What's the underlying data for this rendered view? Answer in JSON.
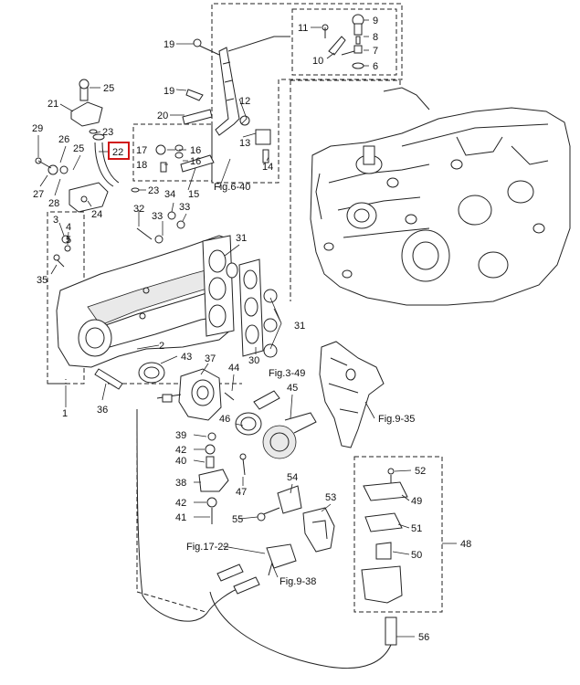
{
  "highlighted_part": "22",
  "highlight_color": "#d01515",
  "parts": {
    "p1": "1",
    "p2": "2",
    "p3": "3",
    "p4": "4",
    "p5": "5",
    "p6": "6",
    "p7": "7",
    "p8": "8",
    "p9": "9",
    "p10": "10",
    "p11": "11",
    "p12": "12",
    "p13": "13",
    "p14": "14",
    "p15": "15",
    "p16": "16",
    "p17": "17",
    "p18": "18",
    "p19a": "19",
    "p19b": "19",
    "p20": "20",
    "p21": "21",
    "p22": "22",
    "p23a": "23",
    "p23b": "23",
    "p24": "24",
    "p25": "25",
    "p26": "26",
    "p27": "27",
    "p28": "28",
    "p29": "29",
    "p30": "30",
    "p31a": "31",
    "p31b": "31",
    "p32": "32",
    "p33a": "33",
    "p33b": "33",
    "p34": "34",
    "p35": "35",
    "p36": "36",
    "p37": "37",
    "p38": "38",
    "p39": "39",
    "p40": "40",
    "p41": "41",
    "p42a": "42",
    "p42b": "42",
    "p43": "43",
    "p44": "44",
    "p45": "45",
    "p46": "46",
    "p47": "47",
    "p48": "48",
    "p49": "49",
    "p50": "50",
    "p51": "51",
    "p52": "52",
    "p53": "53",
    "p54": "54",
    "p55": "55",
    "p56": "56"
  },
  "references": {
    "fig_6_40": "Fig.6-40",
    "fig_3_49": "Fig.3-49",
    "fig_9_35": "Fig.9-35",
    "fig_17_22": "Fig.17-22",
    "fig_9_38": "Fig.9-38"
  }
}
